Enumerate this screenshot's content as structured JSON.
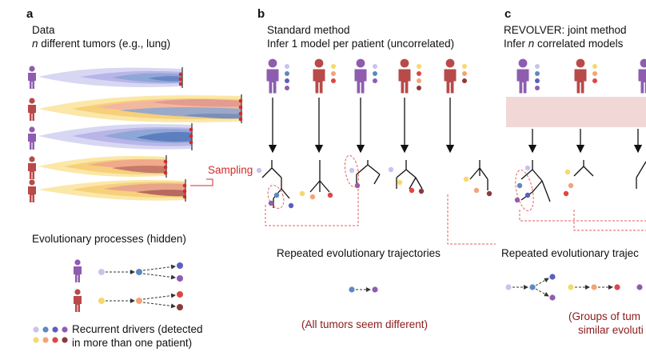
{
  "panel_a": {
    "label": "a",
    "title": "Data",
    "subtitle_italic": "n",
    "subtitle_rest": " different tumors (e.g., lung)",
    "sampling": "Sampling",
    "processes_title": "Evolutionary processes (hidden)",
    "legend_line1": "Recurrent drivers (detected",
    "legend_line2": "in more than one patient)"
  },
  "panel_b": {
    "label": "b",
    "title": "Standard method",
    "subtitle": "Infer 1 model per patient (uncorrelated)",
    "trajectories_title": "Repeated evolutionary trajectories",
    "box_note": "(All tumors seem different)"
  },
  "panel_c": {
    "label": "c",
    "title": "REVOLVER: joint method",
    "subtitle_prefix": "Infer ",
    "subtitle_italic": "n",
    "subtitle_rest": " correlated models",
    "trajectories_title": "Repeated evolutionary trajec",
    "box_note_line1": "(Groups of tum",
    "box_note_line2": "similar evoluti"
  },
  "colors": {
    "purple_patient": "#8e5db0",
    "red_patient": "#b84a4a",
    "lavender": "#c8c3ee",
    "blue": "#5d88c2",
    "violet": "#8e5db0",
    "yellow": "#f7d86a",
    "orange": "#f3a37a",
    "red": "#e04545",
    "darkred": "#8b3a3a",
    "sampling_red": "#d22b2b"
  }
}
